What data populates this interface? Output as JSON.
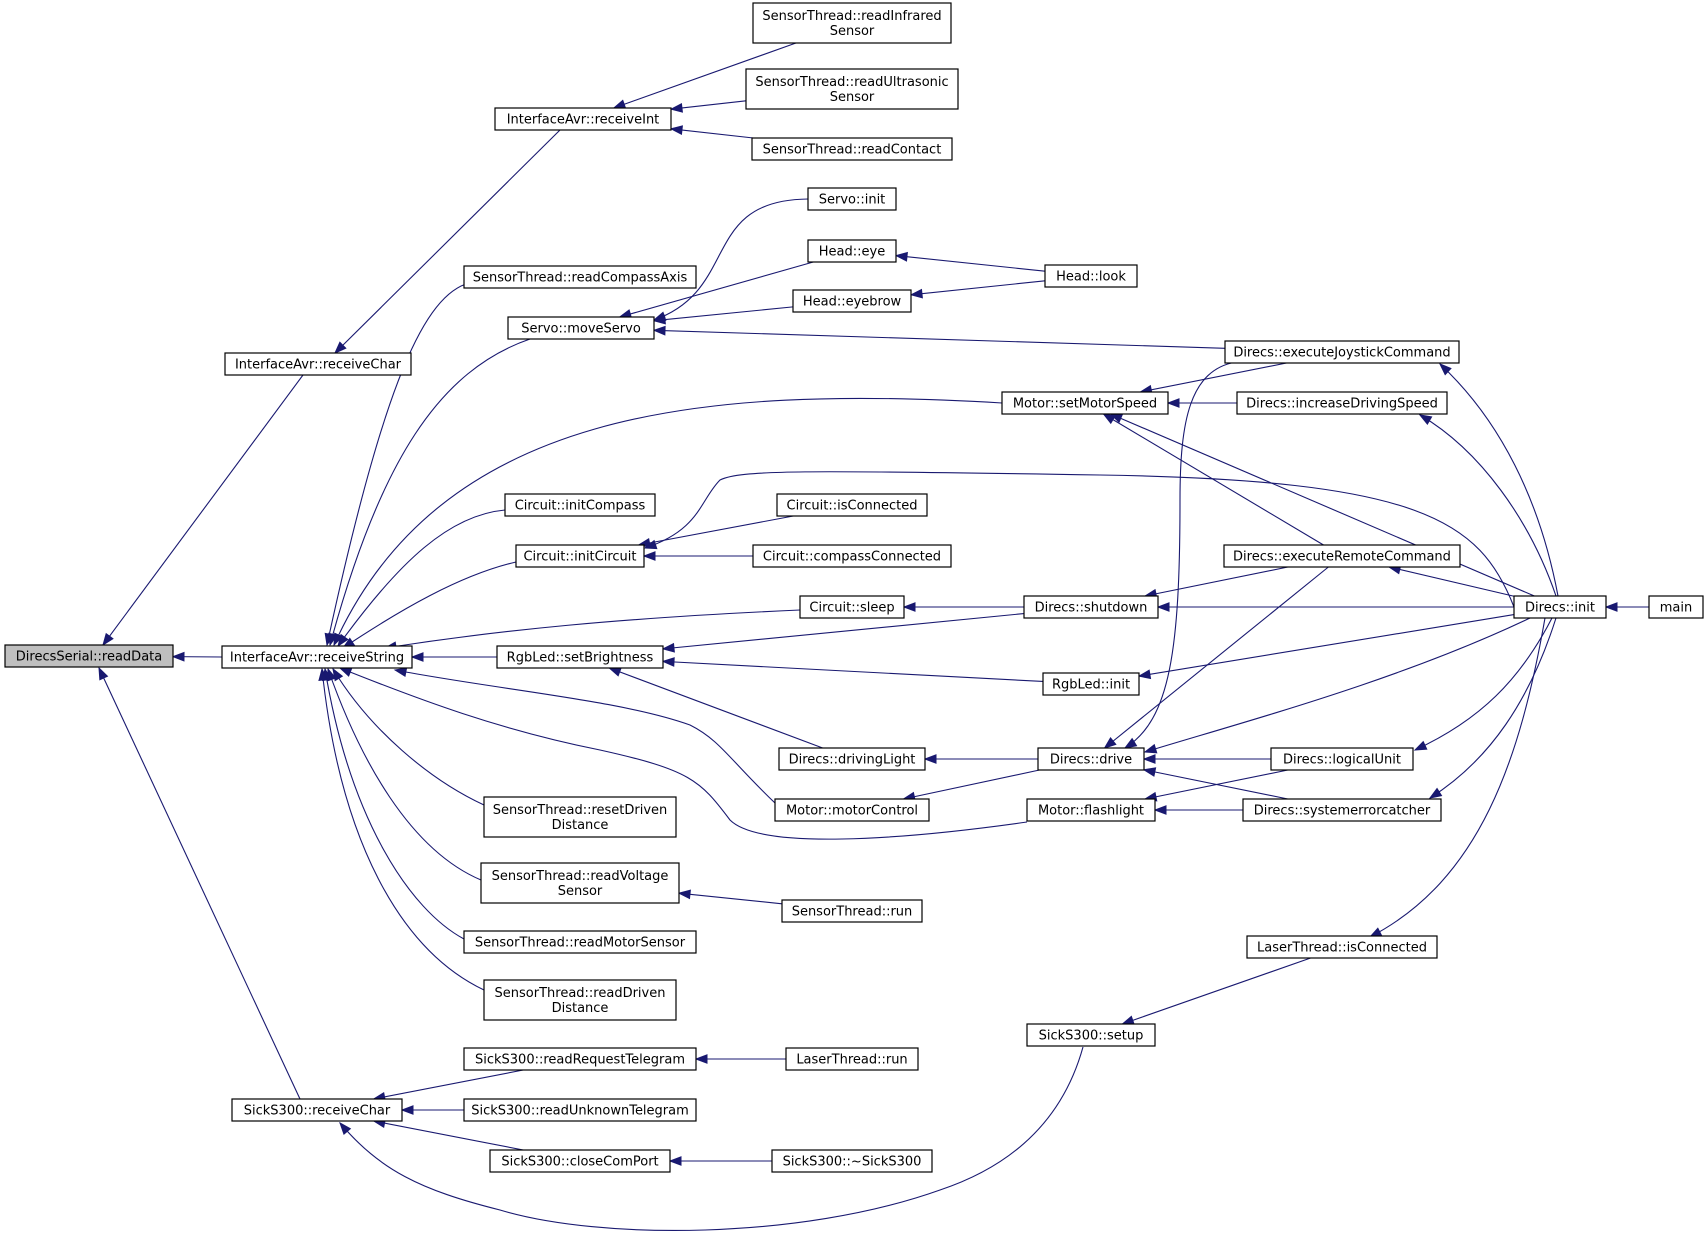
{
  "diagram": {
    "root": "readData",
    "colors": {
      "edge": "#191970",
      "node_fill": "#ffffff",
      "root_fill": "#bfbfbf",
      "node_stroke": "#000000"
    },
    "nodes": [
      {
        "id": "readData",
        "lines": [
          "DirecsSerial::readData"
        ]
      },
      {
        "id": "avrReceiveChar",
        "lines": [
          "InterfaceAvr::receiveChar"
        ]
      },
      {
        "id": "avrReceiveString",
        "lines": [
          "InterfaceAvr::receiveString"
        ]
      },
      {
        "id": "sickReceiveChar",
        "lines": [
          "SickS300::receiveChar"
        ]
      },
      {
        "id": "avrReceiveInt",
        "lines": [
          "InterfaceAvr::receiveInt"
        ]
      },
      {
        "id": "readInfrared",
        "lines": [
          "SensorThread::readInfrared",
          "Sensor"
        ]
      },
      {
        "id": "readUltrasonic",
        "lines": [
          "SensorThread::readUltrasonic",
          "Sensor"
        ]
      },
      {
        "id": "readContact",
        "lines": [
          "SensorThread::readContact"
        ]
      },
      {
        "id": "readCompassAxis",
        "lines": [
          "SensorThread::readCompassAxis"
        ]
      },
      {
        "id": "moveServo",
        "lines": [
          "Servo::moveServo"
        ]
      },
      {
        "id": "servoInit",
        "lines": [
          "Servo::init"
        ]
      },
      {
        "id": "headEye",
        "lines": [
          "Head::eye"
        ]
      },
      {
        "id": "headEyebrow",
        "lines": [
          "Head::eyebrow"
        ]
      },
      {
        "id": "headLook",
        "lines": [
          "Head::look"
        ]
      },
      {
        "id": "execJoystick",
        "lines": [
          "Direcs::executeJoystickCommand"
        ]
      },
      {
        "id": "setMotorSpeed",
        "lines": [
          "Motor::setMotorSpeed"
        ]
      },
      {
        "id": "incDrivingSpeed",
        "lines": [
          "Direcs::increaseDrivingSpeed"
        ]
      },
      {
        "id": "initCompass",
        "lines": [
          "Circuit::initCompass"
        ]
      },
      {
        "id": "initCircuit",
        "lines": [
          "Circuit::initCircuit"
        ]
      },
      {
        "id": "isConnected",
        "lines": [
          "Circuit::isConnected"
        ]
      },
      {
        "id": "compassConnected",
        "lines": [
          "Circuit::compassConnected"
        ]
      },
      {
        "id": "execRemote",
        "lines": [
          "Direcs::executeRemoteCommand"
        ]
      },
      {
        "id": "circuitSleep",
        "lines": [
          "Circuit::sleep"
        ]
      },
      {
        "id": "shutdown",
        "lines": [
          "Direcs::shutdown"
        ]
      },
      {
        "id": "direcsInit",
        "lines": [
          "Direcs::init"
        ]
      },
      {
        "id": "main",
        "lines": [
          "main"
        ]
      },
      {
        "id": "setBrightness",
        "lines": [
          "RgbLed::setBrightness"
        ]
      },
      {
        "id": "rgbInit",
        "lines": [
          "RgbLed::init"
        ]
      },
      {
        "id": "drivingLight",
        "lines": [
          "Direcs::drivingLight"
        ]
      },
      {
        "id": "drive",
        "lines": [
          "Direcs::drive"
        ]
      },
      {
        "id": "logicalUnit",
        "lines": [
          "Direcs::logicalUnit"
        ]
      },
      {
        "id": "motorControl",
        "lines": [
          "Motor::motorControl"
        ]
      },
      {
        "id": "flashlight",
        "lines": [
          "Motor::flashlight"
        ]
      },
      {
        "id": "syserr",
        "lines": [
          "Direcs::systemerrorcatcher"
        ]
      },
      {
        "id": "resetDriven",
        "lines": [
          "SensorThread::resetDriven",
          "Distance"
        ]
      },
      {
        "id": "readVoltage",
        "lines": [
          "SensorThread::readVoltage",
          "Sensor"
        ]
      },
      {
        "id": "sensorRun",
        "lines": [
          "SensorThread::run"
        ]
      },
      {
        "id": "readMotorSensor",
        "lines": [
          "SensorThread::readMotorSensor"
        ]
      },
      {
        "id": "readDriven",
        "lines": [
          "SensorThread::readDriven",
          "Distance"
        ]
      },
      {
        "id": "laserIsConnected",
        "lines": [
          "LaserThread::isConnected"
        ]
      },
      {
        "id": "sickSetup",
        "lines": [
          "SickS300::setup"
        ]
      },
      {
        "id": "readRequest",
        "lines": [
          "SickS300::readRequestTelegram"
        ]
      },
      {
        "id": "laserRun",
        "lines": [
          "LaserThread::run"
        ]
      },
      {
        "id": "readUnknown",
        "lines": [
          "SickS300::readUnknownTelegram"
        ]
      },
      {
        "id": "closeComPort",
        "lines": [
          "SickS300::closeComPort"
        ]
      },
      {
        "id": "sickDtor",
        "lines": [
          "SickS300::~SickS300"
        ]
      }
    ],
    "edges": [
      {
        "from": "avrReceiveChar",
        "to": "readData"
      },
      {
        "from": "avrReceiveString",
        "to": "readData"
      },
      {
        "from": "sickReceiveChar",
        "to": "readData"
      },
      {
        "from": "avrReceiveInt",
        "to": "avrReceiveChar"
      },
      {
        "from": "readInfrared",
        "to": "avrReceiveInt"
      },
      {
        "from": "readUltrasonic",
        "to": "avrReceiveInt"
      },
      {
        "from": "readContact",
        "to": "avrReceiveInt"
      },
      {
        "from": "readCompassAxis",
        "to": "avrReceiveString"
      },
      {
        "from": "moveServo",
        "to": "avrReceiveString"
      },
      {
        "from": "setMotorSpeed",
        "to": "avrReceiveString"
      },
      {
        "from": "initCompass",
        "to": "avrReceiveString"
      },
      {
        "from": "initCircuit",
        "to": "avrReceiveString"
      },
      {
        "from": "circuitSleep",
        "to": "avrReceiveString"
      },
      {
        "from": "setBrightness",
        "to": "avrReceiveString"
      },
      {
        "from": "motorControl",
        "to": "avrReceiveString"
      },
      {
        "from": "flashlight",
        "to": "avrReceiveString"
      },
      {
        "from": "resetDriven",
        "to": "avrReceiveString"
      },
      {
        "from": "readVoltage",
        "to": "avrReceiveString"
      },
      {
        "from": "readMotorSensor",
        "to": "avrReceiveString"
      },
      {
        "from": "readDriven",
        "to": "avrReceiveString"
      },
      {
        "from": "servoInit",
        "to": "moveServo"
      },
      {
        "from": "headEye",
        "to": "moveServo"
      },
      {
        "from": "headEyebrow",
        "to": "moveServo"
      },
      {
        "from": "execJoystick",
        "to": "moveServo"
      },
      {
        "from": "headLook",
        "to": "headEye"
      },
      {
        "from": "headLook",
        "to": "headEyebrow"
      },
      {
        "from": "execJoystick",
        "to": "setMotorSpeed"
      },
      {
        "from": "incDrivingSpeed",
        "to": "setMotorSpeed"
      },
      {
        "from": "execRemote",
        "to": "setMotorSpeed"
      },
      {
        "from": "direcsInit",
        "to": "setMotorSpeed"
      },
      {
        "from": "direcsInit",
        "to": "execJoystick"
      },
      {
        "from": "direcsInit",
        "to": "incDrivingSpeed"
      },
      {
        "from": "isConnected",
        "to": "initCircuit"
      },
      {
        "from": "compassConnected",
        "to": "initCircuit"
      },
      {
        "from": "direcsInit",
        "to": "initCircuit"
      },
      {
        "from": "shutdown",
        "to": "circuitSleep"
      },
      {
        "from": "shutdown",
        "to": "setBrightness"
      },
      {
        "from": "execRemote",
        "to": "shutdown"
      },
      {
        "from": "direcsInit",
        "to": "shutdown"
      },
      {
        "from": "direcsInit",
        "to": "execRemote"
      },
      {
        "from": "main",
        "to": "direcsInit"
      },
      {
        "from": "rgbInit",
        "to": "setBrightness"
      },
      {
        "from": "drivingLight",
        "to": "setBrightness"
      },
      {
        "from": "direcsInit",
        "to": "rgbInit"
      },
      {
        "from": "drive",
        "to": "drivingLight"
      },
      {
        "from": "drive",
        "to": "motorControl"
      },
      {
        "from": "execJoystick",
        "to": "drive"
      },
      {
        "from": "execRemote",
        "to": "drive"
      },
      {
        "from": "direcsInit",
        "to": "drive"
      },
      {
        "from": "logicalUnit",
        "to": "drive"
      },
      {
        "from": "syserr",
        "to": "drive"
      },
      {
        "from": "direcsInit",
        "to": "logicalUnit"
      },
      {
        "from": "direcsInit",
        "to": "syserr"
      },
      {
        "from": "logicalUnit",
        "to": "flashlight"
      },
      {
        "from": "syserr",
        "to": "flashlight"
      },
      {
        "from": "sensorRun",
        "to": "readVoltage"
      },
      {
        "from": "direcsInit",
        "to": "laserIsConnected"
      },
      {
        "from": "laserIsConnected",
        "to": "sickSetup"
      },
      {
        "from": "readRequest",
        "to": "sickReceiveChar"
      },
      {
        "from": "readUnknown",
        "to": "sickReceiveChar"
      },
      {
        "from": "closeComPort",
        "to": "sickReceiveChar"
      },
      {
        "from": "sickSetup",
        "to": "sickReceiveChar"
      },
      {
        "from": "laserRun",
        "to": "readRequest"
      },
      {
        "from": "sickDtor",
        "to": "closeComPort"
      }
    ]
  }
}
